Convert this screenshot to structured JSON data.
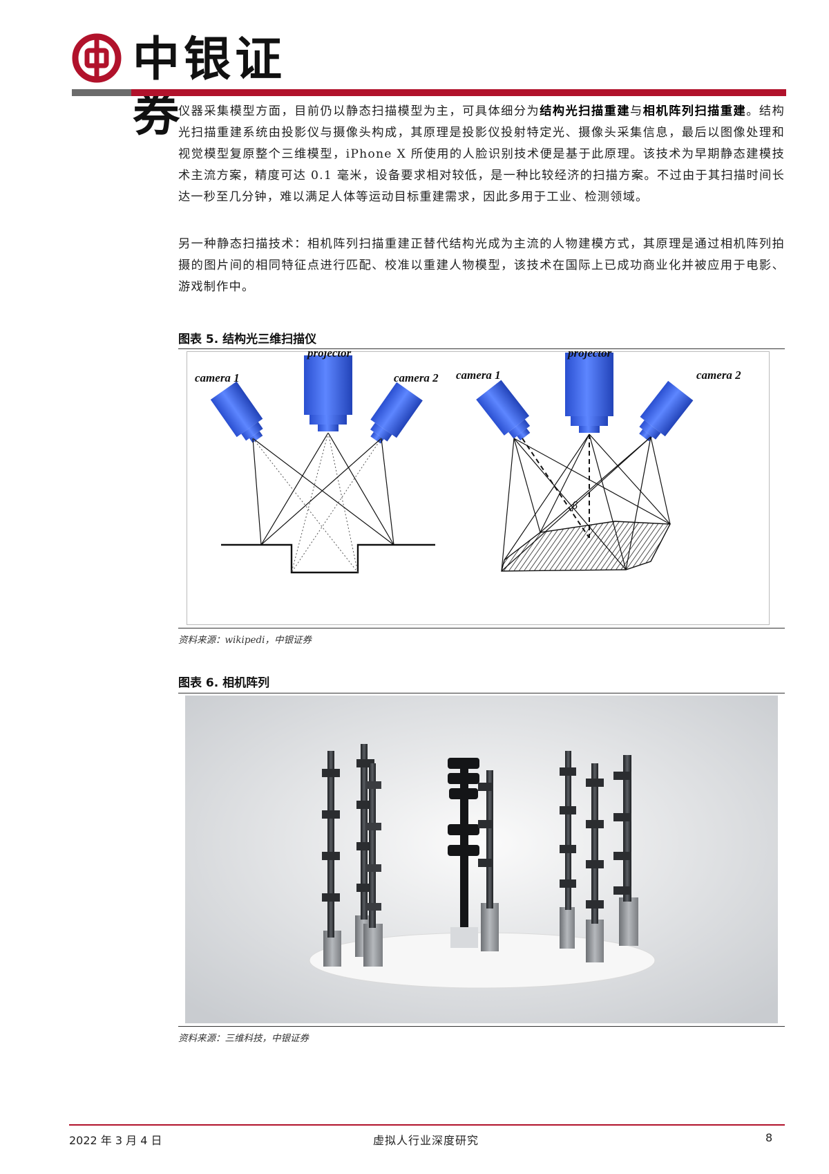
{
  "header": {
    "brand": "中银证券",
    "logo_icon": "bank-of-china-logo-icon",
    "colors": {
      "brand_red": "#b1122b",
      "rule_gray": "#6b6b6b"
    }
  },
  "body": {
    "p1_a": "仪器采集模型方面，目前仍以静态扫描模型为主，可具体细分为",
    "p1_b1": "结构光扫描重建",
    "p1_c": "与",
    "p1_b2": "相机阵列扫描重建",
    "p1_d": "。结构光扫描重建系统由投影仪与摄像头构成，其原理是投影仪投射特定光、摄像头采集信息，最后以图像处理和视觉模型复原整个三维模型，iPhone X 所使用的人脸识别技术便是基于此原理。该技术为早期静态建模技术主流方案，精度可达 0.1 毫米，设备要求相对较低，是一种比较经济的扫描方案。不过由于其扫描时间长达一秒至几分钟，难以满足人体等运动目标重建需求，因此多用于工业、检测领域。",
    "p2": "另一种静态扫描技术：相机阵列扫描重建正替代结构光成为主流的人物建模方式，其原理是通过相机阵列拍摄的图片间的相同特征点进行匹配、校准以重建人物模型，该技术在国际上已成功商业化并被应用于电影、游戏制作中。"
  },
  "figure5": {
    "title": "图表 5. 结构光三维扫描仪",
    "source": "资料来源：wikipedi，中银证券",
    "left": {
      "projector": "projector",
      "camera1": "camera 1",
      "camera2": "camera 2"
    },
    "right": {
      "projector": "projector",
      "camera1": "camera 1",
      "camera2": "camera 2",
      "angle": "β"
    },
    "colors": {
      "device_blue": "#3a64e0"
    }
  },
  "figure6": {
    "title": "图表 6. 相机阵列",
    "source": "资料来源：三维科技，中银证券"
  },
  "footer": {
    "date": "2022 年 3 月 4 日",
    "doc_title": "虚拟人行业深度研究",
    "page": "8"
  }
}
